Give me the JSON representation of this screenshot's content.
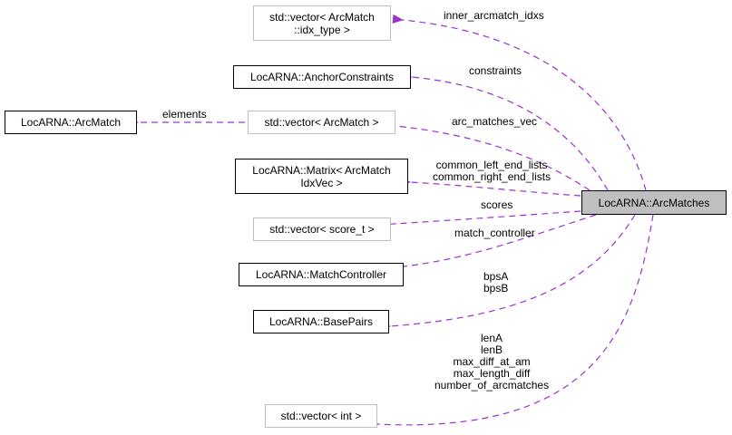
{
  "colors": {
    "edge": "#9a32cd",
    "main_fill": "#bfbfbf",
    "light_border": "#bfbfbf",
    "dark_border": "#000000"
  },
  "nodes": {
    "arcmatches": {
      "lines": [
        "LocARNA::ArcMatches"
      ],
      "style": "main"
    },
    "vec_idx_type": {
      "lines": [
        "std::vector< ArcMatch",
        "::idx_type >"
      ],
      "style": "light"
    },
    "anchor_constraints": {
      "lines": [
        "LocARNA::AnchorConstraints"
      ],
      "style": "dark"
    },
    "arcmatch": {
      "lines": [
        "LocARNA::ArcMatch"
      ],
      "style": "dark"
    },
    "vec_arcmatch": {
      "lines": [
        "std::vector< ArcMatch >"
      ],
      "style": "light"
    },
    "matrix": {
      "lines": [
        "LocARNA::Matrix< ArcMatch",
        "IdxVec >"
      ],
      "style": "dark"
    },
    "vec_score": {
      "lines": [
        "std::vector< score_t >"
      ],
      "style": "light"
    },
    "match_controller": {
      "lines": [
        "LocARNA::MatchController"
      ],
      "style": "dark"
    },
    "base_pairs": {
      "lines": [
        "LocARNA::BasePairs"
      ],
      "style": "dark"
    },
    "vec_int": {
      "lines": [
        "std::vector< int >"
      ],
      "style": "light"
    }
  },
  "edges": [
    {
      "from": "arcmatches",
      "to": "vec_idx_type",
      "labels": [
        "inner_arcmatch_idxs"
      ]
    },
    {
      "from": "arcmatches",
      "to": "anchor_constraints",
      "labels": [
        "constraints"
      ]
    },
    {
      "from": "vec_arcmatch",
      "to": "arcmatch",
      "labels": [
        "elements"
      ]
    },
    {
      "from": "arcmatches",
      "to": "vec_arcmatch",
      "labels": [
        "arc_matches_vec"
      ]
    },
    {
      "from": "arcmatches",
      "to": "matrix",
      "labels": [
        "common_left_end_lists",
        "common_right_end_lists"
      ]
    },
    {
      "from": "arcmatches",
      "to": "vec_score",
      "labels": [
        "scores"
      ]
    },
    {
      "from": "arcmatches",
      "to": "match_controller",
      "labels": [
        "match_controller"
      ]
    },
    {
      "from": "arcmatches",
      "to": "base_pairs",
      "labels": [
        "bpsA",
        "bpsB"
      ]
    },
    {
      "from": "arcmatches",
      "to": "vec_int",
      "labels": [
        "lenA",
        "lenB",
        "max_diff_at_am",
        "max_length_diff",
        "number_of_arcmatches"
      ]
    }
  ],
  "text": {
    "arcmatches_l0": "LocARNA::ArcMatches",
    "vec_idx_type_l0": "std::vector< ArcMatch",
    "vec_idx_type_l1": "::idx_type >",
    "anchor_constraints_l0": "LocARNA::AnchorConstraints",
    "arcmatch_l0": "LocARNA::ArcMatch",
    "vec_arcmatch_l0": "std::vector< ArcMatch >",
    "matrix_l0": "LocARNA::Matrix< ArcMatch",
    "matrix_l1": "IdxVec >",
    "vec_score_l0": "std::vector< score_t >",
    "match_controller_l0": "LocARNA::MatchController",
    "base_pairs_l0": "LocARNA::BasePairs",
    "vec_int_l0": "std::vector< int >",
    "lbl_inner": "inner_arcmatch_idxs",
    "lbl_constraints": "constraints",
    "lbl_elements": "elements",
    "lbl_arcvec": "arc_matches_vec",
    "lbl_common0": "common_left_end_lists",
    "lbl_common1": "common_right_end_lists",
    "lbl_scores": "scores",
    "lbl_mc": "match_controller",
    "lbl_bps0": "bpsA",
    "lbl_bps1": "bpsB",
    "lbl_len0": "lenA",
    "lbl_len1": "lenB",
    "lbl_len2": "max_diff_at_am",
    "lbl_len3": "max_length_diff",
    "lbl_len4": "number_of_arcmatches"
  }
}
